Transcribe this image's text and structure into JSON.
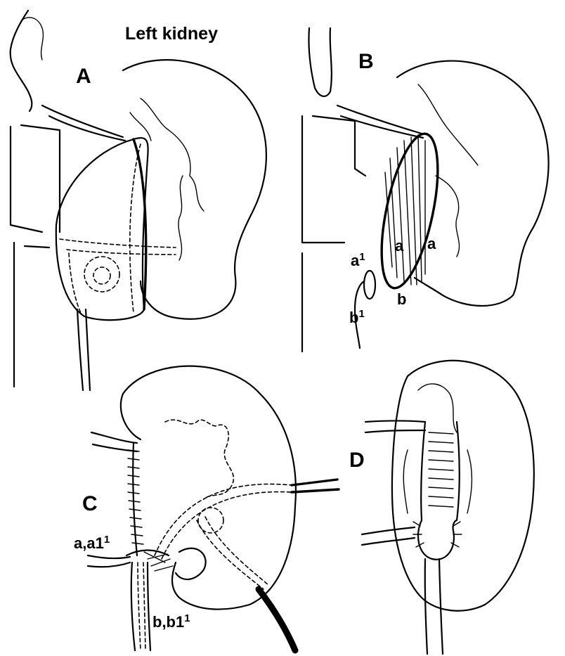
{
  "title": "Left kidney",
  "panels": {
    "A": {
      "letter": "A"
    },
    "B": {
      "letter": "B",
      "labels": [
        "a",
        "a",
        "a1",
        "b",
        "b1"
      ]
    },
    "C": {
      "letter": "C",
      "label_top": "a,a1",
      "label_bottom": "b,b1"
    },
    "D": {
      "letter": "D"
    }
  },
  "sup": "1"
}
